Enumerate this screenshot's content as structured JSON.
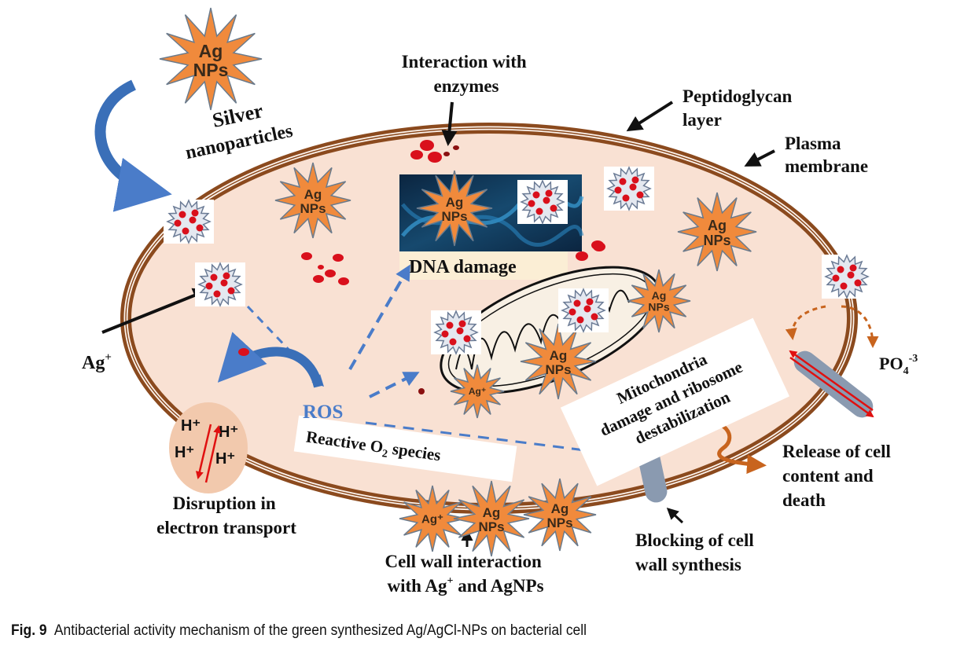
{
  "figure": {
    "caption_number": "Fig. 9",
    "caption_text": "Antibacterial activity mechanism of the green synthesized Ag/AgCl-NPs on bacterial cell",
    "labels": {
      "silver_nanoparticles": [
        "Silver",
        "nanoparticles"
      ],
      "interaction_enzymes": [
        "Interaction with",
        "enzymes"
      ],
      "peptidoglycan": [
        "Peptidoglycan",
        "layer"
      ],
      "plasma_membrane": [
        "Plasma",
        "membrane"
      ],
      "dna_damage": "DNA damage",
      "ag_ion": "Ag",
      "ag_ion_sup": "+",
      "ros": "ROS",
      "reactive_o2": {
        "pre": "Reactive O",
        "sub": "2",
        "post": " species"
      },
      "mitochondria": [
        "Mitochondria",
        "damage and ribosome",
        "destabilization"
      ],
      "po4": {
        "base": "PO",
        "sub": "4",
        "sup": "-3"
      },
      "release": [
        "Release of cell",
        "content and",
        "death"
      ],
      "blocking": [
        "Blocking of cell",
        "wall synthesis"
      ],
      "disruption": [
        "Disruption in",
        "electron transport"
      ],
      "cell_wall": {
        "line1": "Cell wall interaction",
        "line2_pre": "with Ag",
        "line2_sup": "+",
        "line2_post": " and AgNPs"
      }
    },
    "nanoparticle_label": [
      "Ag",
      "NPs"
    ],
    "ion_star_label": "Ag⁺",
    "proton_label": "H⁺",
    "colors": {
      "cell_fill": "#f9e1d3",
      "cell_wall": "#8b4a1e",
      "star_fill": "#f08a3c",
      "star_stroke": "#6b7b8c",
      "ros_blue": "#4a7cc9",
      "red_dot": "#d9101c",
      "dna_bg": "#0f3050",
      "dna_label_bg": "#fbeed5",
      "channel": "#8a9ab0",
      "release_arrow": "#c8641e"
    }
  }
}
